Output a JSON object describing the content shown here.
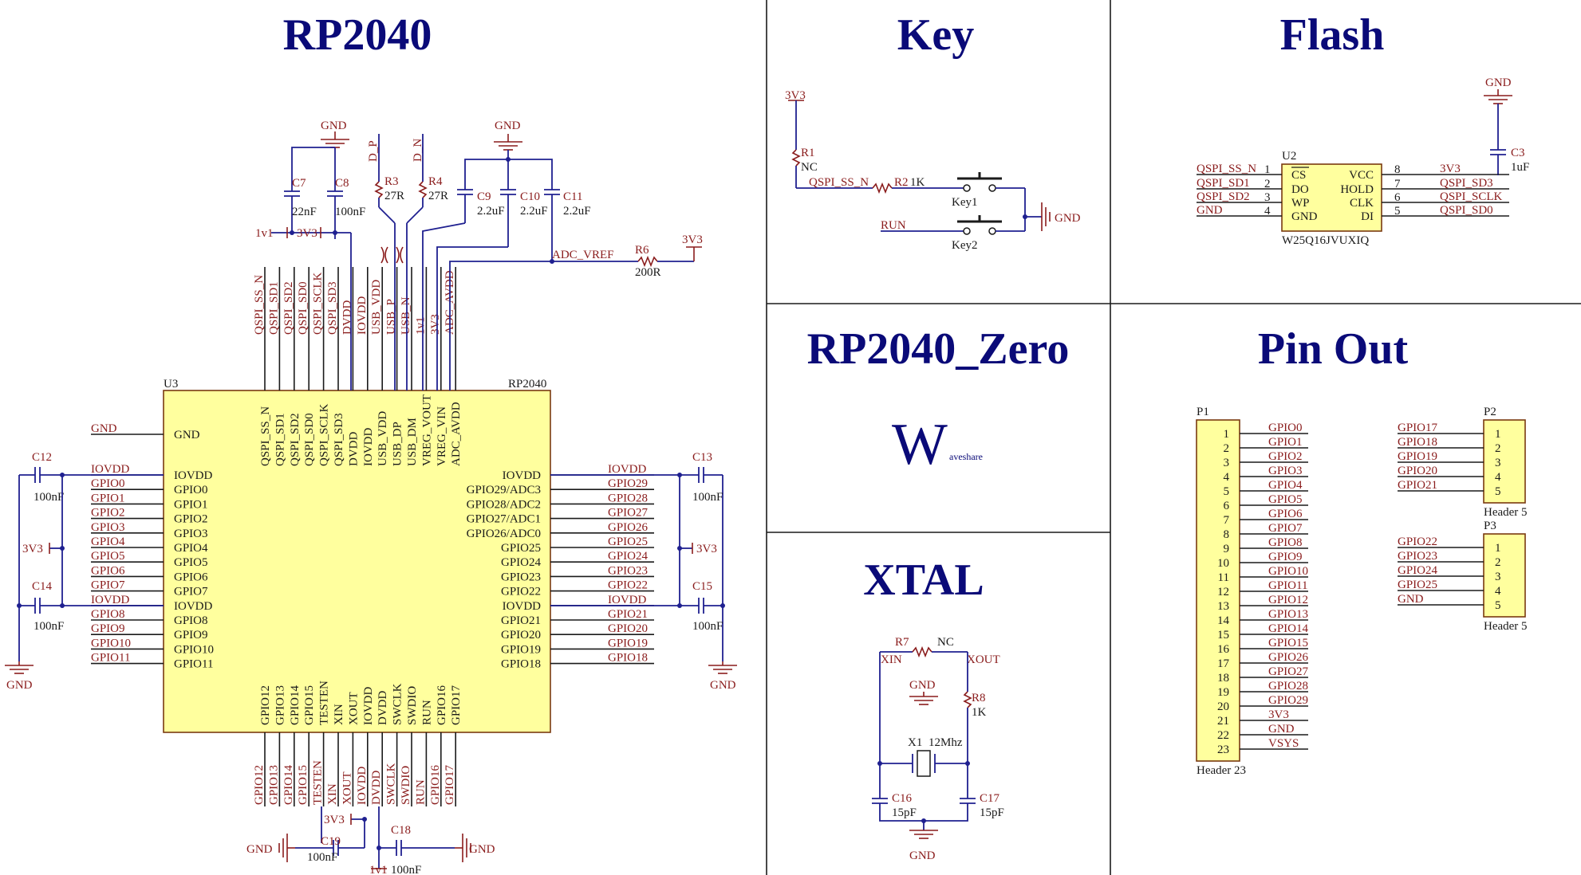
{
  "titles": {
    "rp2040": "RP2040",
    "key": "Key",
    "flash": "Flash",
    "board": "RP2040_Zero",
    "pinout": "Pin Out",
    "xtal": "XTAL"
  },
  "logo": {
    "letter": "W",
    "text": "aveshare"
  },
  "u3": {
    "ref": "U3",
    "part": "RP2040",
    "left_pins": [
      "GND",
      "IOVDD",
      "GPIO0",
      "GPIO1",
      "GPIO2",
      "GPIO3",
      "GPIO4",
      "GPIO5",
      "GPIO6",
      "GPIO7",
      "IOVDD",
      "GPIO8",
      "GPIO9",
      "GPIO10",
      "GPIO11"
    ],
    "left_nets": [
      "GND",
      "IOVDD",
      "GPIO0",
      "GPIO1",
      "GPIO2",
      "GPIO3",
      "GPIO4",
      "GPIO5",
      "GPIO6",
      "GPIO7",
      "IOVDD",
      "GPIO8",
      "GPIO9",
      "GPIO10",
      "GPIO11"
    ],
    "right_pins": [
      "IOVDD",
      "GPIO29/ADC3",
      "GPIO28/ADC2",
      "GPIO27/ADC1",
      "GPIO26/ADC0",
      "GPIO25",
      "GPIO24",
      "GPIO23",
      "GPIO22",
      "IOVDD",
      "GPIO21",
      "GPIO20",
      "GPIO19",
      "GPIO18"
    ],
    "right_nets": [
      "IOVDD",
      "GPIO29",
      "GPIO28",
      "GPIO27",
      "GPIO26",
      "GPIO25",
      "GPIO24",
      "GPIO23",
      "GPIO22",
      "IOVDD",
      "GPIO21",
      "GPIO20",
      "GPIO19",
      "GPIO18"
    ],
    "top_pins": [
      "QSPI_SS_N",
      "QSPI_SD1",
      "QSPI_SD2",
      "QSPI_SD0",
      "QSPI_SCLK",
      "QSPI_SD3",
      "DVDD",
      "IOVDD",
      "USB_VDD",
      "USB_DP",
      "USB_DM",
      "VREG_VOUT",
      "VREG_VIN",
      "ADC_AVDD"
    ],
    "top_nets": [
      "QSPI_SS_N",
      "QSPI_SD1",
      "QSPI_SD2",
      "QSPI_SD0",
      "QSPI_SCLK",
      "QSPI_SD3",
      "DVDD",
      "IOVDD",
      "USB_VDD",
      "USB_P",
      "USB_N",
      "1v1",
      "3V3",
      "ADC_AVDD"
    ],
    "bottom_pins": [
      "GPIO12",
      "GPIO13",
      "GPIO14",
      "GPIO15",
      "TESTEN",
      "XIN",
      "XOUT",
      "IOVDD",
      "DVDD",
      "SWCLK",
      "SWDIO",
      "RUN",
      "GPIO16",
      "GPIO17"
    ],
    "bottom_nets": [
      "GPIO12",
      "GPIO13",
      "GPIO14",
      "GPIO15",
      "TESTEN",
      "XIN",
      "XOUT",
      "IOVDD",
      "DVDD",
      "SWCLK",
      "SWDIO",
      "RUN",
      "GPIO16",
      "GPIO17"
    ]
  },
  "rp2040_parts": {
    "gnd": "GND",
    "v1v1": "1v1",
    "v3v3": "3V3",
    "c7": {
      "ref": "C7",
      "val": "22nF"
    },
    "c8": {
      "ref": "C8",
      "val": "100nF"
    },
    "r3": {
      "ref": "R3",
      "val": "27R"
    },
    "r4": {
      "ref": "R4",
      "val": "27R"
    },
    "c9": {
      "ref": "C9",
      "val": "2.2uF"
    },
    "c10": {
      "ref": "C10",
      "val": "2.2uF"
    },
    "c11": {
      "ref": "C11",
      "val": "2.2uF"
    },
    "r6": {
      "ref": "R6",
      "val": "200R"
    },
    "adc_vref": "ADC_VREF",
    "dp": "D_P",
    "dn": "D_N",
    "c12": {
      "ref": "C12",
      "val": "100nF"
    },
    "c14": {
      "ref": "C14",
      "val": "100nF"
    },
    "c13": {
      "ref": "C13",
      "val": "100nF"
    },
    "c15": {
      "ref": "C15",
      "val": "100nF"
    },
    "c19": {
      "ref": "C19",
      "val": "100nF"
    },
    "c18": {
      "ref": "C18",
      "val": "100nF"
    }
  },
  "key": {
    "v3v3": "3V3",
    "r1": {
      "ref": "R1",
      "val": "NC"
    },
    "net_ss": "QSPI_SS_N",
    "r2": {
      "ref": "R2",
      "val": "1K"
    },
    "key1": "Key1",
    "key2": "Key2",
    "run": "RUN",
    "gnd": "GND"
  },
  "flash": {
    "gnd": "GND",
    "c3": {
      "ref": "C3",
      "val": "1uF"
    },
    "u2": {
      "ref": "U2",
      "part": "W25Q16JVUXIQ"
    },
    "left_nets": [
      "QSPI_SS_N",
      "QSPI_SD1",
      "QSPI_SD2",
      "GND"
    ],
    "left_nums": [
      "1",
      "2",
      "3",
      "4"
    ],
    "left_pins": [
      "CS",
      "DO",
      "WP",
      "GND"
    ],
    "right_nets": [
      "3V3",
      "QSPI_SD3",
      "QSPI_SCLK",
      "QSPI_SD0"
    ],
    "right_nums": [
      "8",
      "7",
      "6",
      "5"
    ],
    "right_pins": [
      "VCC",
      "HOLD",
      "CLK",
      "DI"
    ]
  },
  "xtal": {
    "r7": {
      "ref": "R7",
      "val": "NC"
    },
    "xin": "XIN",
    "xout": "XOUT",
    "gnd": "GND",
    "r8": {
      "ref": "R8",
      "val": "1K"
    },
    "x1": {
      "ref": "X1",
      "val": "12Mhz"
    },
    "c16": {
      "ref": "C16",
      "val": "15pF"
    },
    "c17": {
      "ref": "C17",
      "val": "15pF"
    }
  },
  "pinout": {
    "p1": {
      "ref": "P1",
      "part": "Header 23",
      "nets": [
        "GPIO0",
        "GPIO1",
        "GPIO2",
        "GPIO3",
        "GPIO4",
        "GPIO5",
        "GPIO6",
        "GPIO7",
        "GPIO8",
        "GPIO9",
        "GPIO10",
        "GPIO11",
        "GPIO12",
        "GPIO13",
        "GPIO14",
        "GPIO15",
        "GPIO26",
        "GPIO27",
        "GPIO28",
        "GPIO29",
        "3V3",
        "GND",
        "VSYS"
      ],
      "nums": [
        "1",
        "2",
        "3",
        "4",
        "5",
        "6",
        "7",
        "8",
        "9",
        "10",
        "11",
        "12",
        "13",
        "14",
        "15",
        "16",
        "17",
        "18",
        "19",
        "20",
        "21",
        "22",
        "23"
      ]
    },
    "p2": {
      "ref": "P2",
      "part": "Header 5",
      "nets": [
        "GPIO17",
        "GPIO18",
        "GPIO19",
        "GPIO20",
        "GPIO21"
      ],
      "nums": [
        "1",
        "2",
        "3",
        "4",
        "5"
      ]
    },
    "p3": {
      "ref": "P3",
      "part": "Header 5",
      "nets": [
        "GPIO22",
        "GPIO23",
        "GPIO24",
        "GPIO25",
        "GND"
      ],
      "nums": [
        "1",
        "2",
        "3",
        "4",
        "5"
      ]
    }
  },
  "colors": {
    "title": "#0a0a78",
    "wire": "#1f2090",
    "net_label": "#8a1c1c",
    "chip_fill": "#ffff9e",
    "chip_border": "#7a3a10"
  }
}
